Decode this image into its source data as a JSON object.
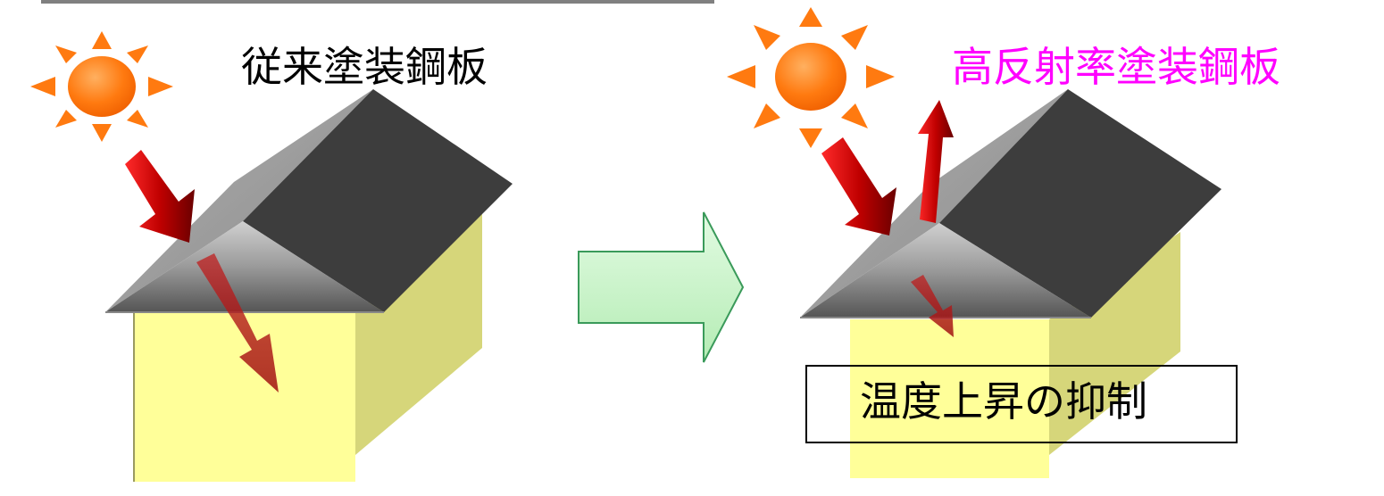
{
  "left_panel": {
    "title": "従来塗装鋼板",
    "title_color": "#000000"
  },
  "right_panel": {
    "title": "高反射率塗装鋼板",
    "title_color": "#ff00ff",
    "callout": "温度上昇の抑制"
  },
  "colors": {
    "sun": "#ff6a00",
    "wall": "#ffff99",
    "wall_side": "#d6d67a",
    "roof_front": "#8c8c8c",
    "roof_side": "#3d3d3d",
    "arrow_heat": "#b00000",
    "transition_arrow": "#c8f5c8"
  },
  "icons": [
    "sun-icon",
    "heat-arrow-icon",
    "transition-arrow-icon"
  ]
}
